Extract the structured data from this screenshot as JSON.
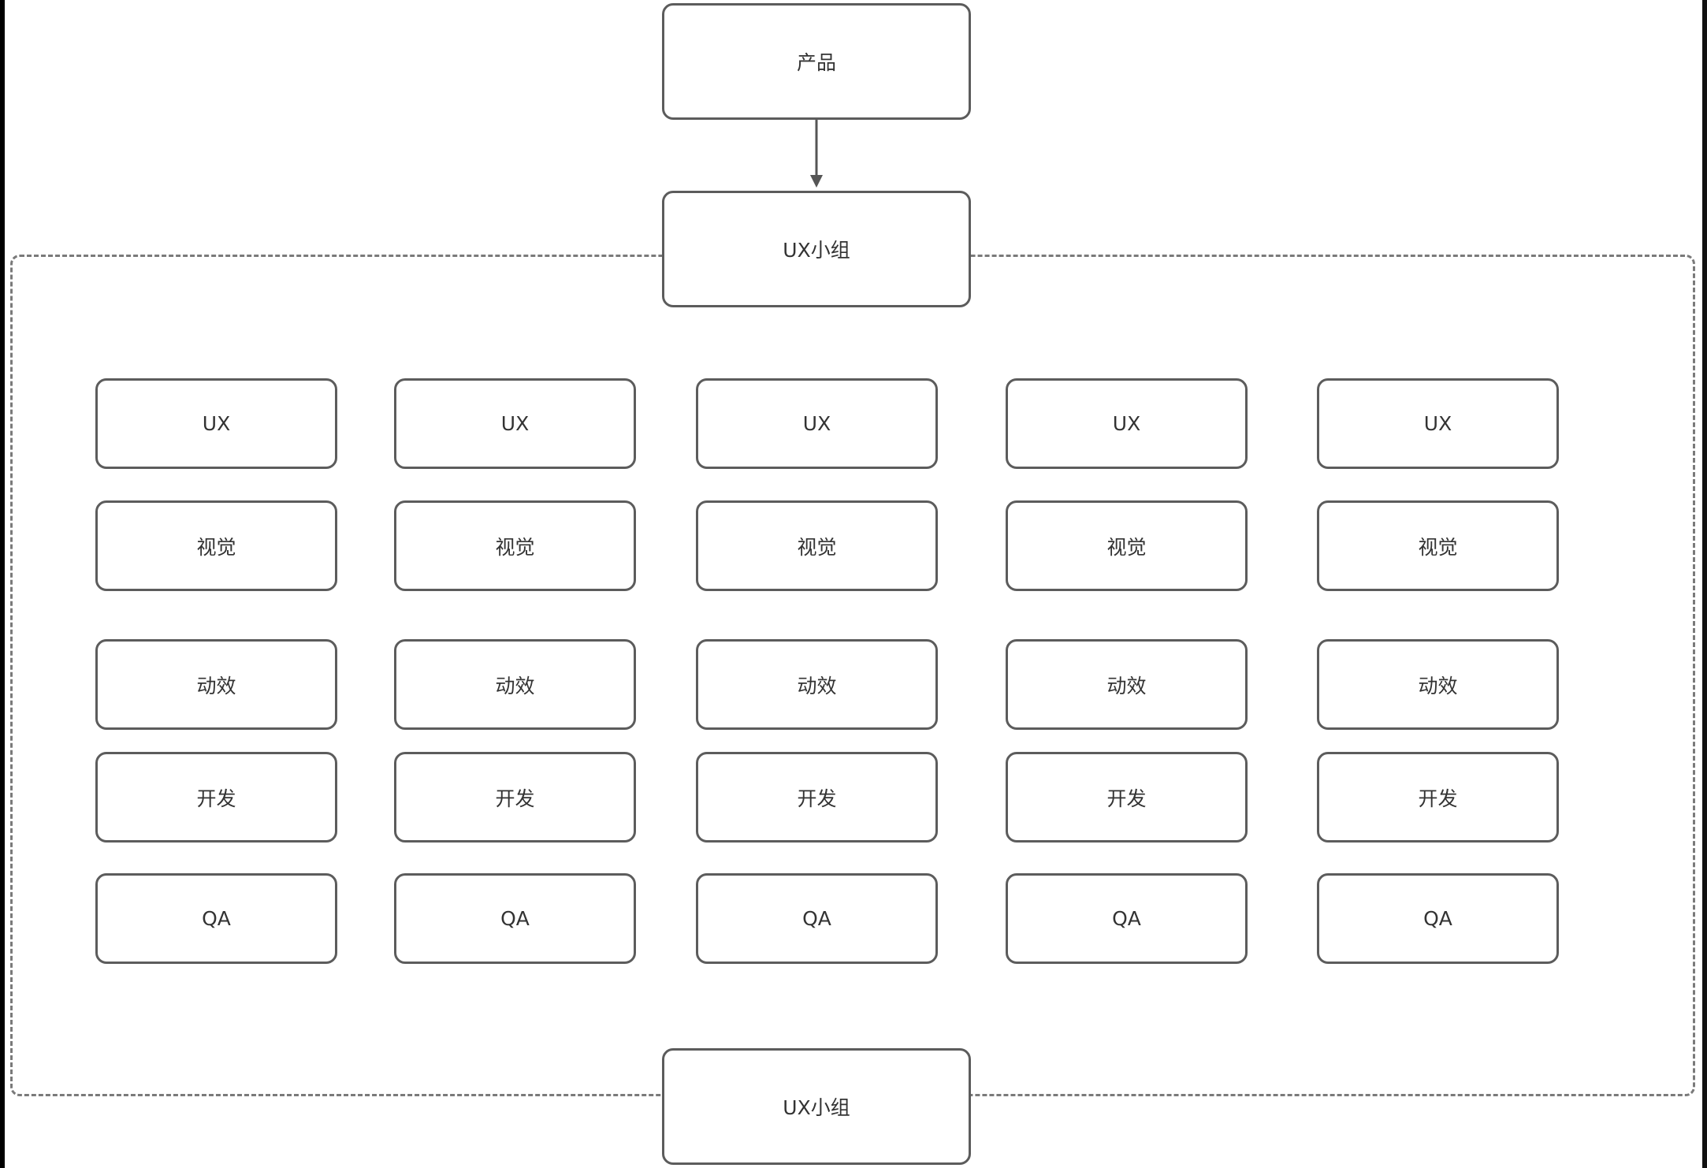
{
  "diagram": {
    "product_node": "产品",
    "ux_group_top": "UX小组",
    "ux_group_bottom": "UX小组",
    "columns": [
      [
        "UX",
        "视觉",
        "动效",
        "开发",
        "QA"
      ],
      [
        "UX",
        "视觉",
        "动效",
        "开发",
        "QA"
      ],
      [
        "UX",
        "视觉",
        "动效",
        "开发",
        "QA"
      ],
      [
        "UX",
        "视觉",
        "动效",
        "开发",
        "QA"
      ],
      [
        "UX",
        "视觉",
        "动效",
        "开发",
        "QA"
      ]
    ]
  }
}
